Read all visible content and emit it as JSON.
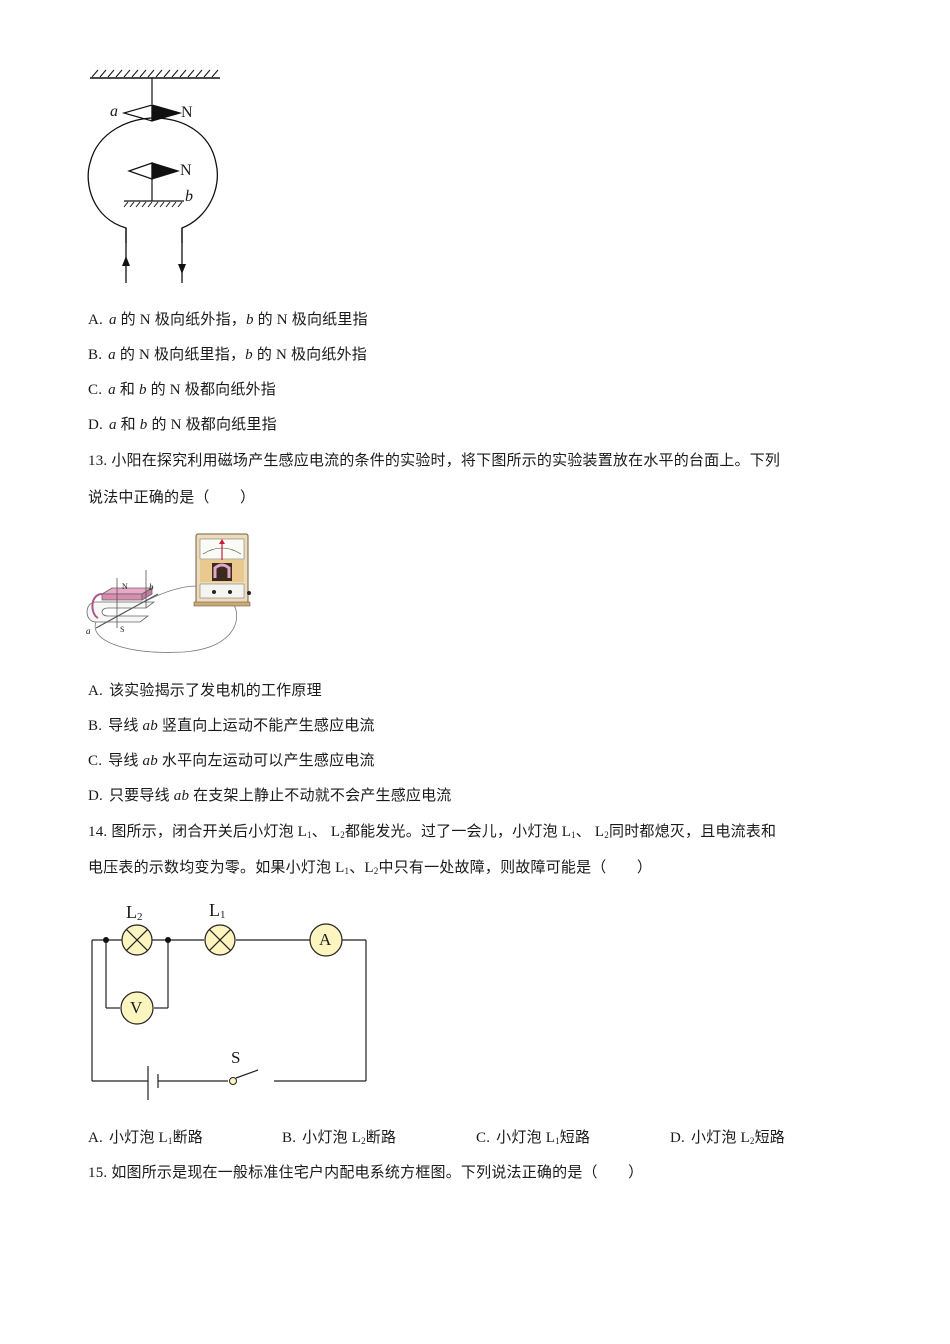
{
  "q12": {
    "figure": {
      "label_a": "a",
      "label_b": "b",
      "label_N_top": "N",
      "label_N_inner": "N"
    },
    "options": [
      {
        "label": "A.",
        "parts": [
          "a",
          "的 N 极向纸外指，",
          "b",
          "的 N 极向纸里指"
        ]
      },
      {
        "label": "B.",
        "parts": [
          "a",
          "的 N 极向纸里指，",
          "b",
          "的 N 极向纸外指"
        ]
      },
      {
        "label": "C.",
        "parts": [
          "a",
          "和",
          "b",
          "的 N 极都向纸外指"
        ]
      },
      {
        "label": "D.",
        "parts": [
          "a",
          "和",
          "b",
          "的 N 极都向纸里指"
        ]
      }
    ]
  },
  "q13": {
    "number": "13.",
    "stem_line1": "小阳在探究利用磁场产生感应电流的条件的实验时，将下图所示的实验装置放在水平的台面上。下列",
    "stem_line2": "说法中正确的是（　　）",
    "figure": {
      "label_N": "N",
      "label_S": "S",
      "label_a": "a",
      "label_b": "b"
    },
    "options": [
      {
        "label": "A.",
        "pre": "该实验揭示了发电机的工作原理",
        "var": "",
        "post": ""
      },
      {
        "label": "B.",
        "pre": "导线",
        "var": "ab",
        "post": "竖直向上运动不能产生感应电流"
      },
      {
        "label": "C.",
        "pre": "导线",
        "var": "ab",
        "post": "水平向左运动可以产生感应电流"
      },
      {
        "label": "D.",
        "pre": "只要导线",
        "var": "ab",
        "post": "在支架上静止不动就不会产生感应电流"
      }
    ]
  },
  "q14": {
    "number": "14.",
    "stem_line1": {
      "a": "图所示，闭合开关后小灯泡 L",
      "a_sub": "1",
      "b": "、 L",
      "b_sub": "2",
      "c": "都能发光。过了一会儿，小灯泡 L",
      "c_sub": "1",
      "d": "、 L",
      "d_sub": "2",
      "e": "同时都熄灭，且电流表和"
    },
    "stem_line2": {
      "a": "电压表的示数均变为零。如果小灯泡 L",
      "a_sub": "1",
      "b": "、L",
      "b_sub": "2",
      "c": "中只有一处故障，则故障可能是（　　）"
    },
    "figure": {
      "L2": "L",
      "L2_sub": "2",
      "L1": "L",
      "L1_sub": "1",
      "ammeter": "A",
      "voltmeter": "V",
      "switch": "S",
      "meter_fill": "#fdf5c0"
    },
    "options": [
      {
        "label": "A.",
        "pre": "小灯泡  L",
        "sub": "1",
        "post": "断路"
      },
      {
        "label": "B.",
        "pre": "小灯泡 L",
        "sub": "2",
        "post": "断路"
      },
      {
        "label": "C.",
        "pre": "小灯泡 L",
        "sub": "1",
        "post": "短路"
      },
      {
        "label": "D.",
        "pre": "小灯泡 L",
        "sub": "2",
        "post": "短路"
      }
    ]
  },
  "q15": {
    "number": "15.",
    "stem": "如图所示是现在一般标准住宅户内配电系统方框图。下列说法正确的是（　　）"
  }
}
